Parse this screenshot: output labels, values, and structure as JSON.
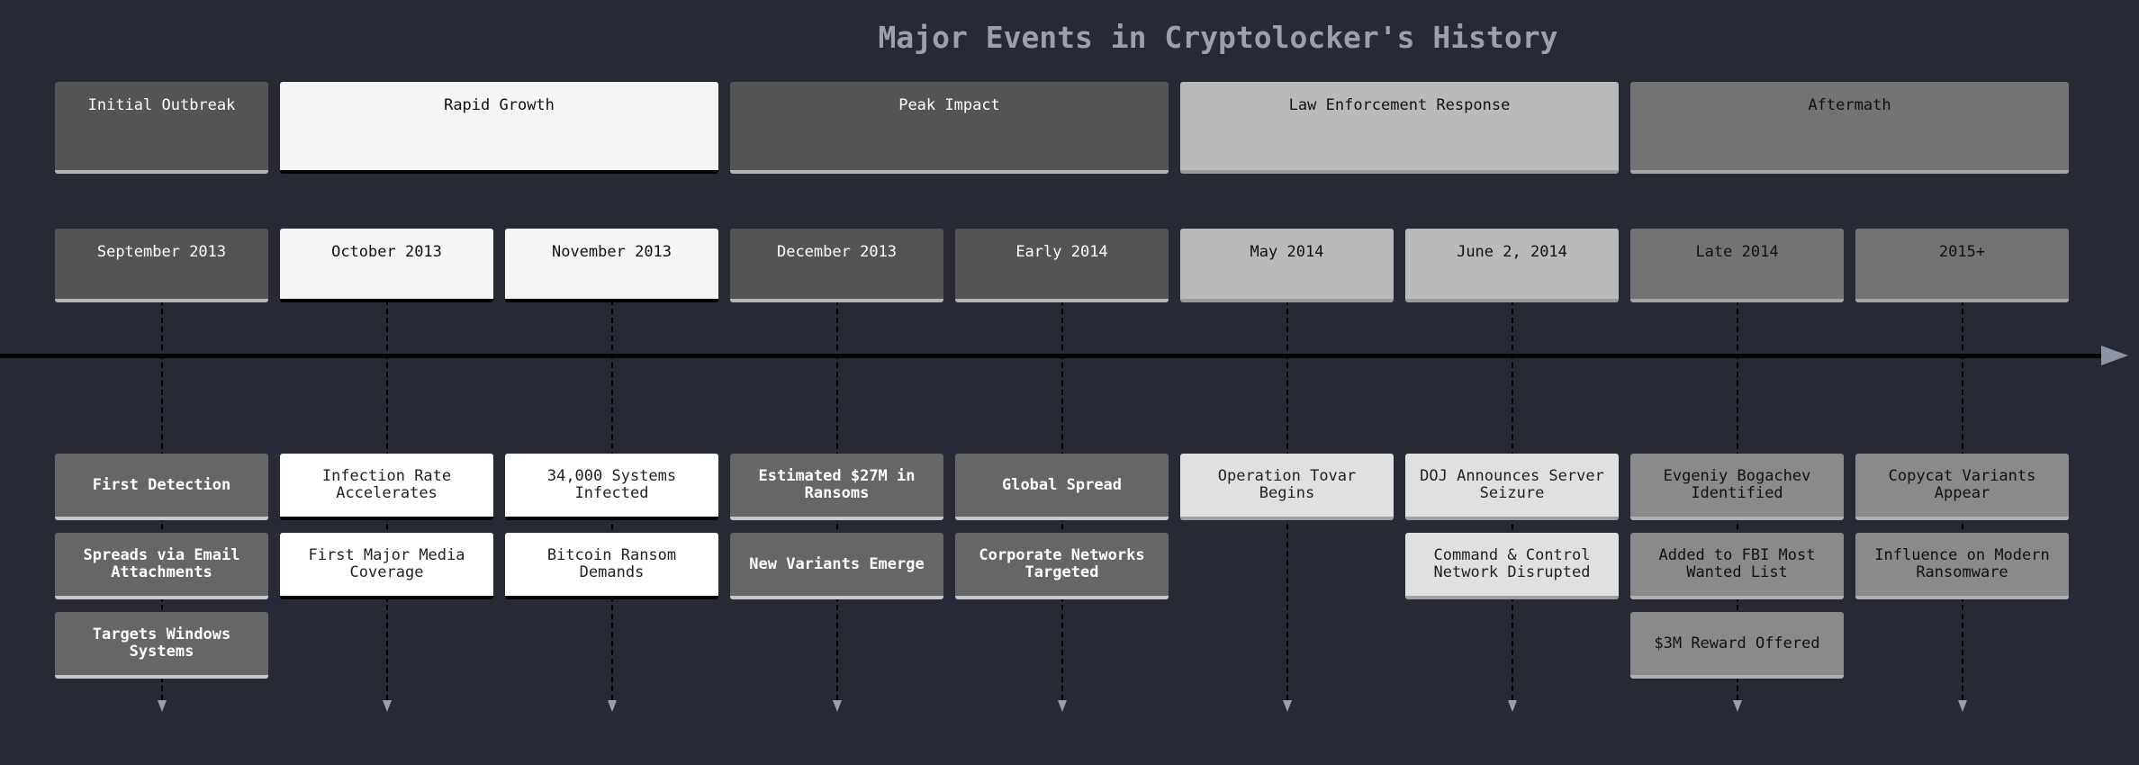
{
  "title": "Major Events in Cryptolocker's History",
  "colors": {
    "background": "#272a35",
    "dark": "#545454",
    "white": "#f5f5f5",
    "light": "#bababa",
    "mid": "#737373",
    "event_light": "#e0e0e0",
    "event_mid": "#8a8a8a"
  },
  "sections": [
    {
      "label": "Initial Outbreak",
      "periods": 1,
      "tone": "dark"
    },
    {
      "label": "Rapid Growth",
      "periods": 2,
      "tone": "white"
    },
    {
      "label": "Peak Impact",
      "periods": 2,
      "tone": "dark"
    },
    {
      "label": "Law Enforcement Response",
      "periods": 2,
      "tone": "light"
    },
    {
      "label": "Aftermath",
      "periods": 2,
      "tone": "mid"
    }
  ],
  "periods": [
    {
      "label": "September 2013",
      "tone": "dark",
      "events": [
        "First Detection",
        "Spreads via Email Attachments",
        "Targets Windows Systems"
      ]
    },
    {
      "label": "October 2013",
      "tone": "white",
      "events": [
        "Infection Rate Accelerates",
        "First Major Media Coverage"
      ]
    },
    {
      "label": "November 2013",
      "tone": "white",
      "events": [
        "34,000 Systems Infected",
        "Bitcoin Ransom Demands"
      ]
    },
    {
      "label": "December 2013",
      "tone": "dark",
      "events": [
        "Estimated $27M in Ransoms",
        "New Variants Emerge"
      ]
    },
    {
      "label": "Early 2014",
      "tone": "dark",
      "events": [
        "Global Spread",
        "Corporate Networks Targeted"
      ]
    },
    {
      "label": "May 2014",
      "tone": "light",
      "events": [
        "Operation Tovar Begins"
      ]
    },
    {
      "label": "June 2, 2014",
      "tone": "light",
      "events": [
        "DOJ Announces Server Seizure",
        "Command & Control Network Disrupted"
      ]
    },
    {
      "label": "Late 2014",
      "tone": "mid",
      "events": [
        "Evgeniy Bogachev Identified",
        "Added to FBI Most Wanted List",
        "$3M Reward Offered"
      ]
    },
    {
      "label": "2015+",
      "tone": "mid",
      "events": [
        "Copycat Variants Appear",
        "Influence on Modern Ransomware"
      ]
    }
  ]
}
